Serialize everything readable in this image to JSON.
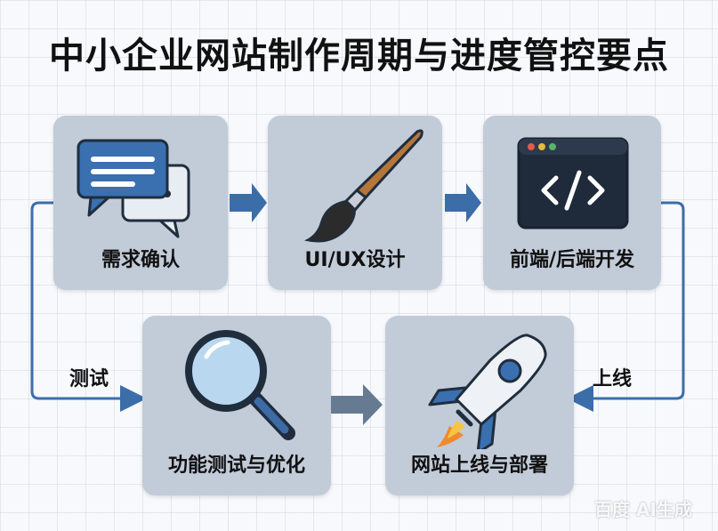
{
  "title": "中小企业网站制作周期与进度管控要点",
  "steps": [
    {
      "label": "需求确认",
      "icon": "chat-bubbles-icon"
    },
    {
      "label": "UI/UX设计",
      "icon": "paintbrush-icon"
    },
    {
      "label": "前端/后端开发",
      "icon": "code-window-icon"
    },
    {
      "label": "功能测试与优化",
      "icon": "magnifier-icon"
    },
    {
      "label": "网站上线与部署",
      "icon": "rocket-icon"
    }
  ],
  "connector_labels": {
    "left": "测试",
    "right": "上线"
  },
  "watermark": "百度 AI生成",
  "colors": {
    "card": "#c2cbd8",
    "arrow": "#3b6ea8",
    "title": "#111111"
  }
}
